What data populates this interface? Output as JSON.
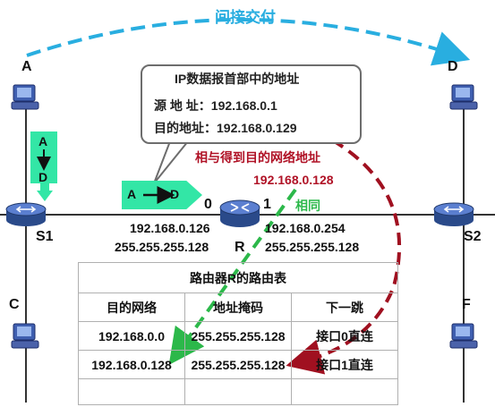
{
  "top_label": "间接交付",
  "hosts": {
    "A": "A",
    "D": "D",
    "C": "C",
    "F": "F"
  },
  "switches": {
    "S1": "S1",
    "S2": "S2"
  },
  "router": {
    "name": "R",
    "port0": "0",
    "port1": "1",
    "port0_ip": "192.168.0.126",
    "port0_mask": "255.255.255.128",
    "port1_ip": "192.168.0.254",
    "port1_mask": "255.255.255.128"
  },
  "callout": {
    "title": "IP数据报首部中的地址",
    "src": "源 地 址：192.168.0.1",
    "dst": "目的地址：192.168.0.129"
  },
  "and_label": "相与得到目的网络地址",
  "result_net": "192.168.0.128",
  "same_label": "相同",
  "tag_vertical": {
    "from": "A",
    "to": "D"
  },
  "tag_horizontal": {
    "from": "A",
    "to": "D"
  },
  "table": {
    "title": "路由器R的路由表",
    "headers": [
      "目的网络",
      "地址掩码",
      "下一跳"
    ],
    "rows": [
      [
        "192.168.0.0",
        "255.255.255.128",
        "接口0直连"
      ],
      [
        "192.168.0.128",
        "255.255.255.128",
        "接口1直连"
      ],
      [
        "",
        "",
        ""
      ]
    ]
  },
  "colors": {
    "blue_arrow": "#29aee0",
    "red_arrow": "#a01020",
    "green_arrow": "#2cb84a",
    "tag": "#33e6a6"
  }
}
